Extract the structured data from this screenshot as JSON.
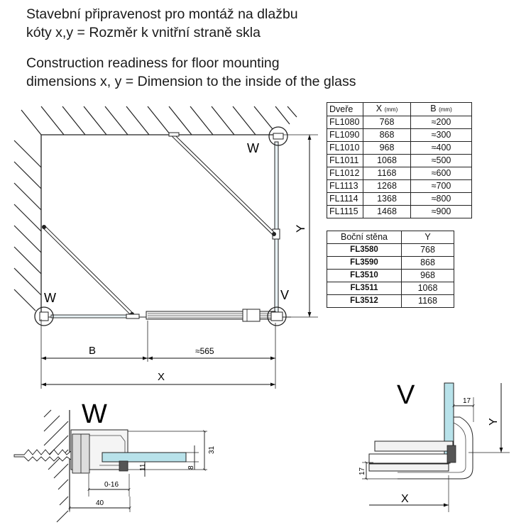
{
  "header": {
    "cz_line1": "Stavební připravenost pro montáž na dlažbu",
    "cz_line2": "kóty x,y = Rozměr k vnitřní straně skla",
    "en_line1": "Construction readiness for floor mounting",
    "en_line2": "dimensions x, y = Dimension to the inside of the glass"
  },
  "door_table": {
    "headers": {
      "col1": "Dveře",
      "col2": "X",
      "col2_unit": "(mm)",
      "col3": "B",
      "col3_unit": "(mm)"
    },
    "rows": [
      {
        "model": "FL1080",
        "x": "768",
        "b": "≈200"
      },
      {
        "model": "FL1090",
        "x": "868",
        "b": "≈300"
      },
      {
        "model": "FL1010",
        "x": "968",
        "b": "≈400"
      },
      {
        "model": "FL1011",
        "x": "1068",
        "b": "≈500"
      },
      {
        "model": "FL1012",
        "x": "1168",
        "b": "≈600"
      },
      {
        "model": "FL1113",
        "x": "1268",
        "b": "≈700"
      },
      {
        "model": "FL1114",
        "x": "1368",
        "b": "≈800"
      },
      {
        "model": "FL1115",
        "x": "1468",
        "b": "≈900"
      }
    ]
  },
  "wall_table": {
    "headers": {
      "col1": "Boční stěna",
      "col2": "Y"
    },
    "rows": [
      {
        "model": "FL3580",
        "y": "768"
      },
      {
        "model": "FL3590",
        "y": "868"
      },
      {
        "model": "FL3510",
        "y": "968"
      },
      {
        "model": "FL3511",
        "y": "1068"
      },
      {
        "model": "FL3512",
        "y": "1168"
      }
    ]
  },
  "plan": {
    "label_w_top": "W",
    "label_w_left": "W",
    "label_v": "V",
    "dim_y": "Y",
    "dim_b": "B",
    "dim_565": "≈565",
    "dim_x": "X"
  },
  "detail_w": {
    "title": "W",
    "dim_31": "31",
    "dim_8": "8",
    "dim_11": "11",
    "dim_016": "0-16",
    "dim_40": "40"
  },
  "detail_v": {
    "title": "V",
    "dim_17_top": "17",
    "dim_y": "Y",
    "dim_17_left": "17",
    "dim_x": "X"
  }
}
